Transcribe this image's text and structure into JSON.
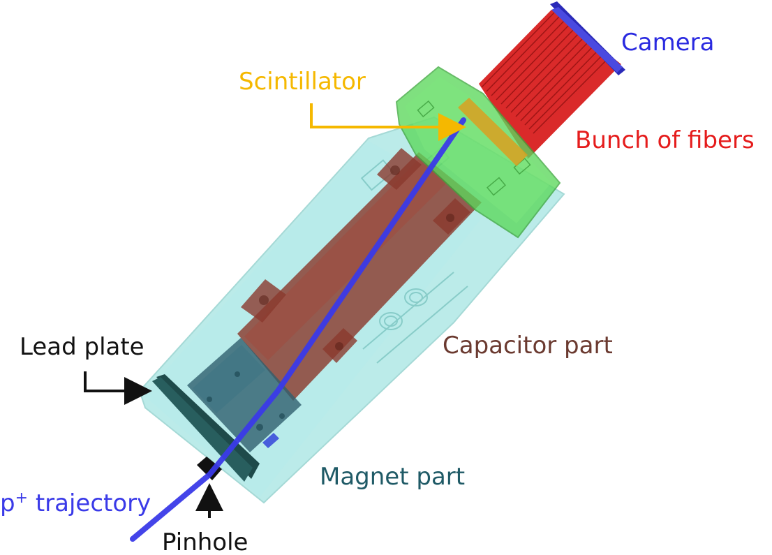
{
  "labels": {
    "camera": "Camera",
    "scintillator": "Scintillator",
    "fibers": "Bunch of fibers",
    "capacitor": "Capacitor part",
    "lead_plate": "Lead plate",
    "magnet": "Magnet part",
    "trajectory_base": "p",
    "trajectory_sup": "+",
    "trajectory_rest": " trajectory",
    "pinhole": "Pinhole"
  },
  "colors": {
    "camera": "#2a2ae0",
    "scintillator": "#f5b800",
    "fibers": "#e51c1c",
    "capacitor": "#6b3a30",
    "magnet": "#1f5a66",
    "trajectory": "#3a3ae8",
    "text_dark": "#111111",
    "housing": "#9fe3e0",
    "green_block": "#5cd85c",
    "capacitor_fill": "#8b3a2e",
    "magnet_fill": "#2f5f6e",
    "lead_fill": "#1e4a4a",
    "fiber_fill": "#d81f1f"
  }
}
